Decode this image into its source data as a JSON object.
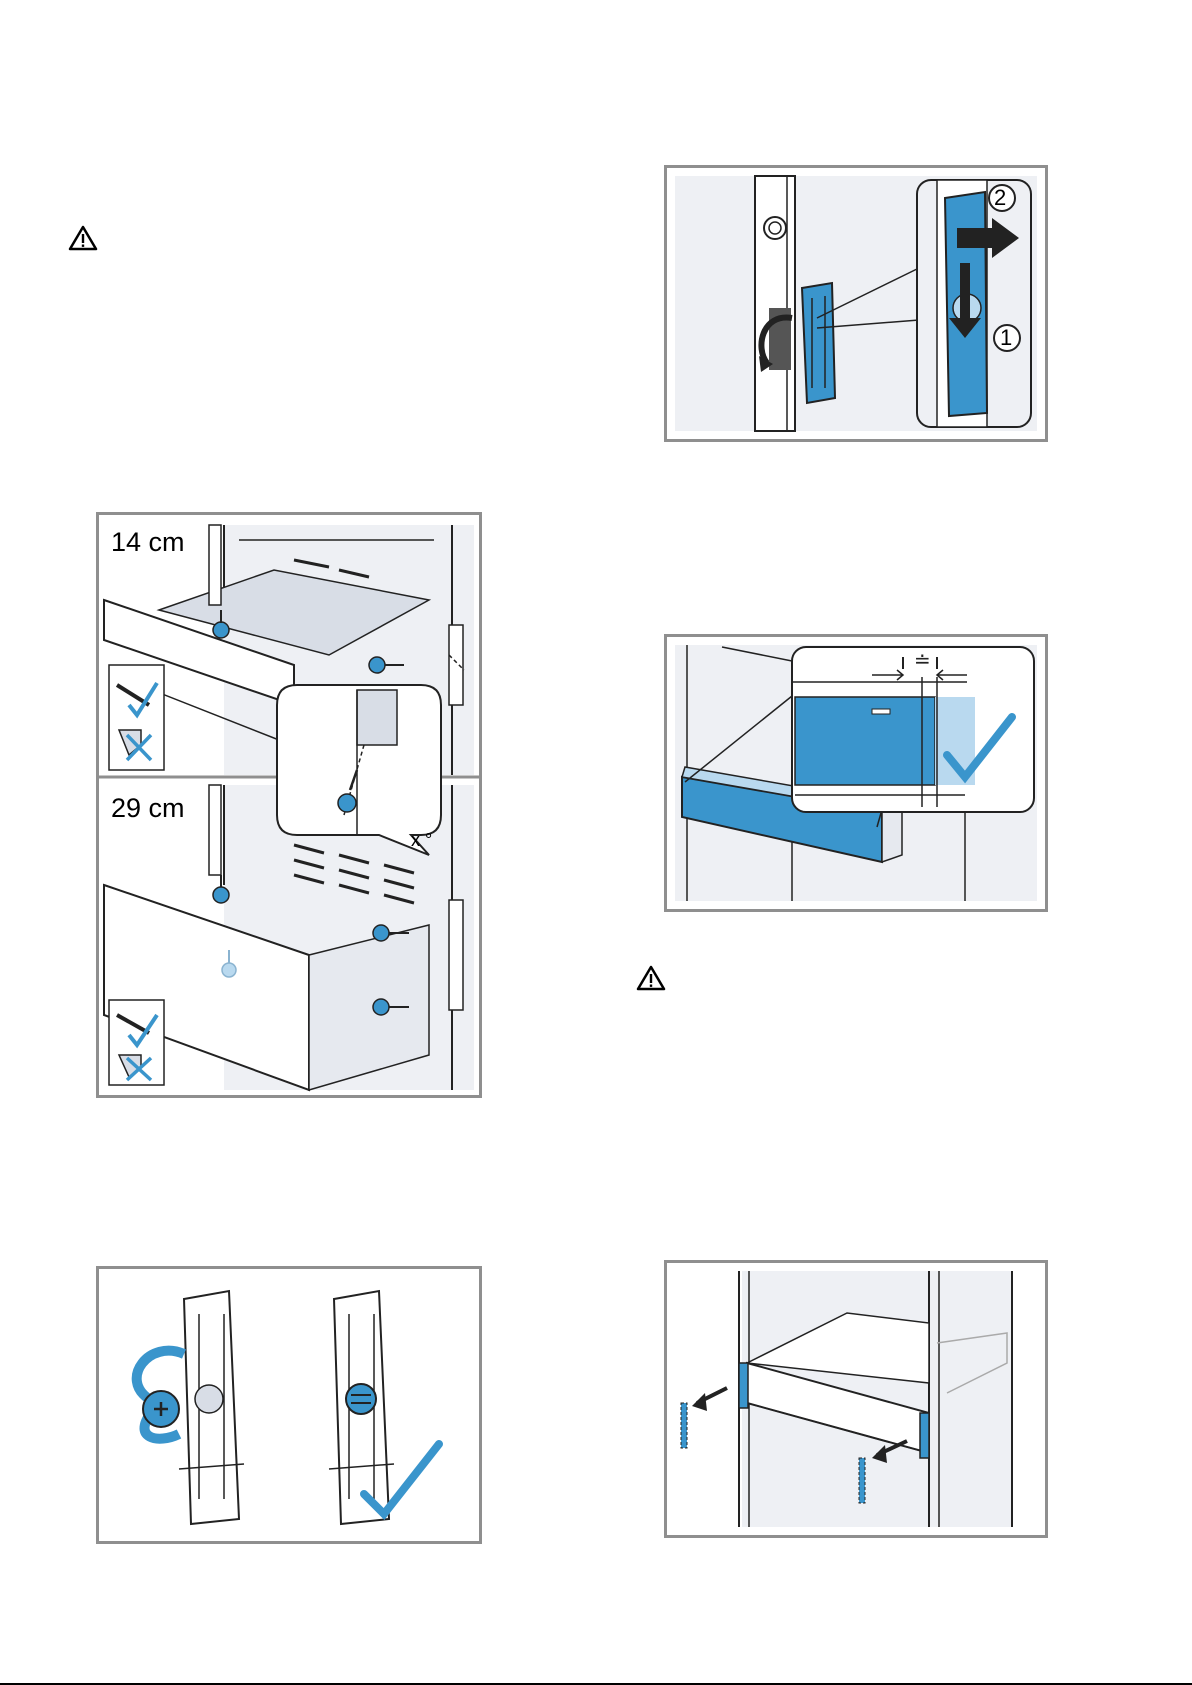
{
  "labels": {
    "height_14": "14 cm",
    "height_29": "29 cm",
    "angle": "x °",
    "step_1": "1",
    "step_2": "2"
  },
  "icons": [
    "warning-triangle-icon",
    "screwdriver-icon",
    "power-drill-icon",
    "check-mark-icon",
    "cross-mark-icon",
    "arrow-icon"
  ],
  "colors": {
    "accent_blue": "#3a95cc",
    "light_blue": "#b9d9ef",
    "panel_border": "#8f8f8f",
    "surface_gray": "#eef0f4"
  }
}
